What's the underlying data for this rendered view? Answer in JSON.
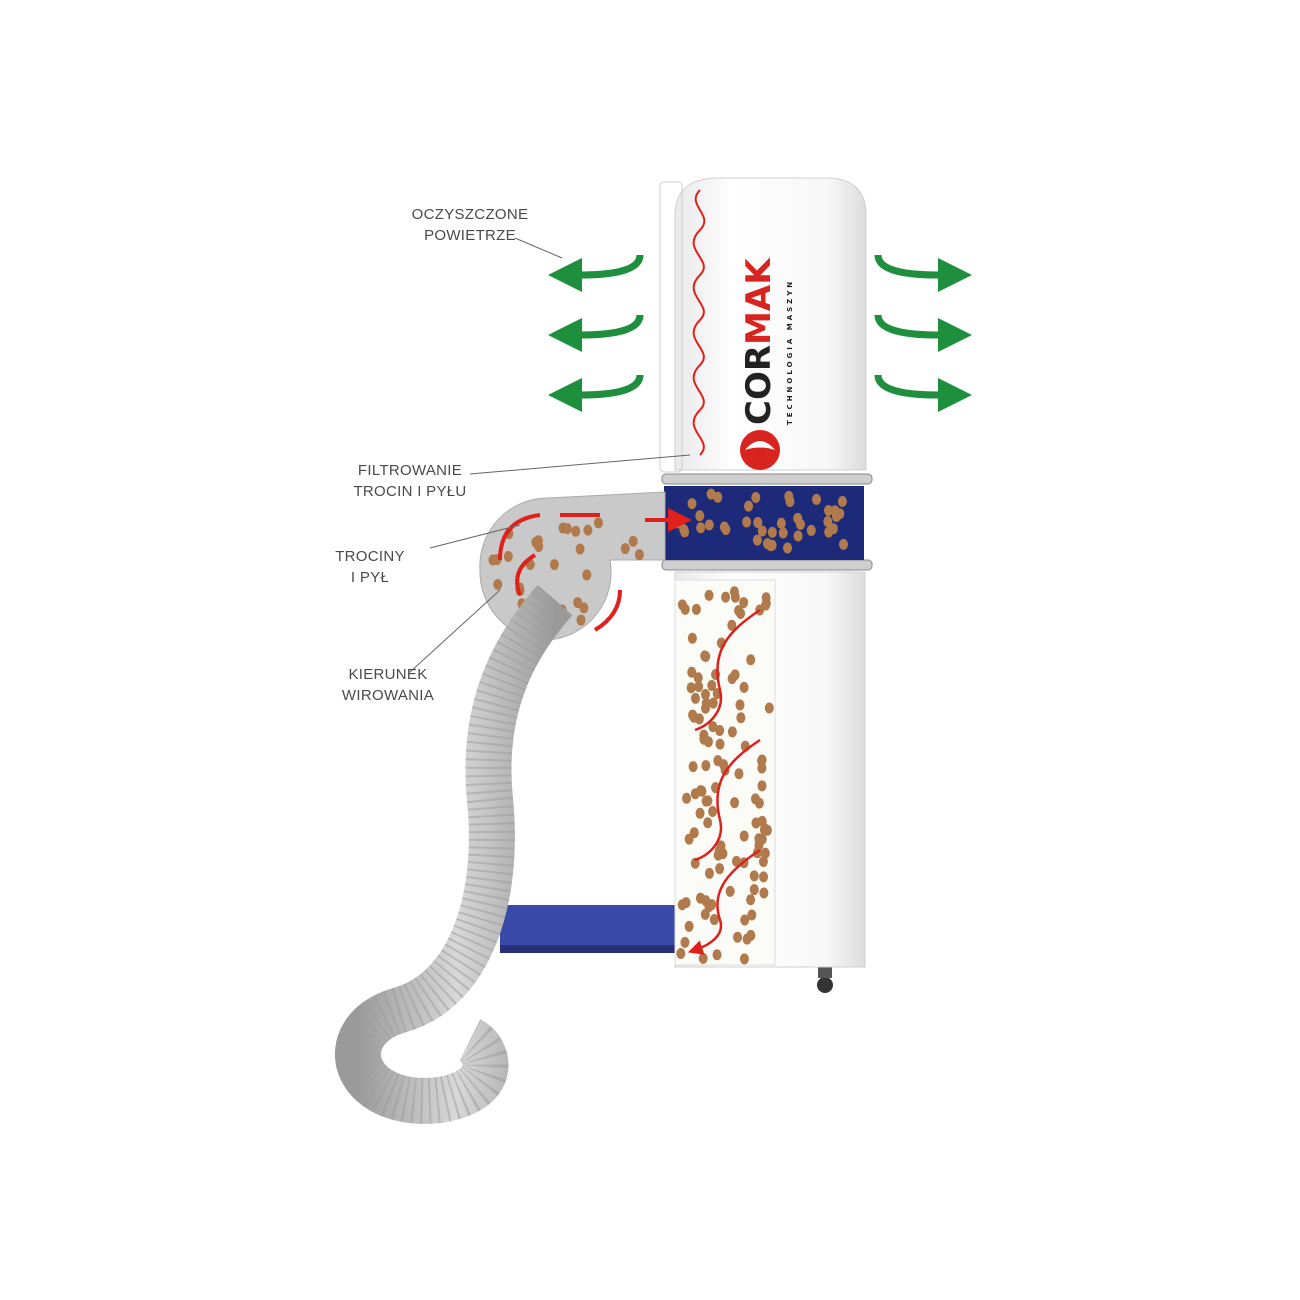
{
  "labels": {
    "clean_air": [
      "OCZYSZCZONE",
      "POWIETRZE"
    ],
    "filtering": [
      "FILTROWANIE",
      "TROCIN I PYŁU"
    ],
    "sawdust": [
      "TROCINY",
      "I PYŁ"
    ],
    "spin_direction": [
      "KIERUNEK",
      "WIROWANIA"
    ]
  },
  "brand": {
    "name": "CORMAK",
    "tagline": "TECHNOLOGIA MASZYN"
  },
  "colors": {
    "arrow_green": "#1e8f3c",
    "flow_red": "#e0201b",
    "band_blue": "#1d2a7a",
    "base_blue": "#3a4aa8",
    "dust_brown": "#b07a4c",
    "hose_gray": "#b8b8b8"
  }
}
